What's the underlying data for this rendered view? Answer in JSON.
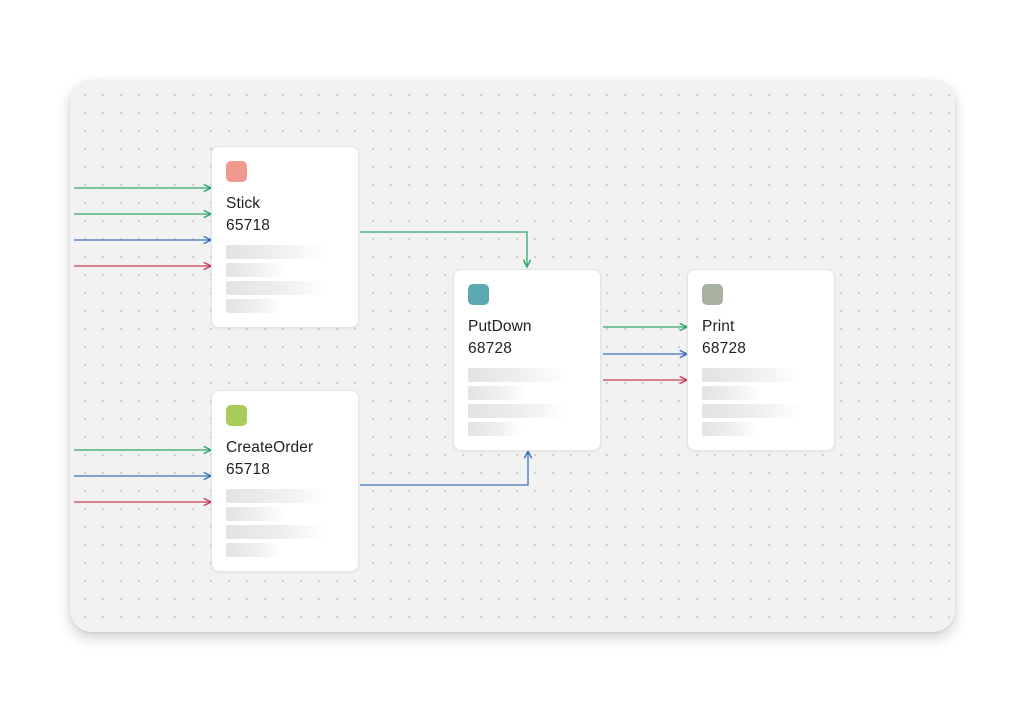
{
  "colors": {
    "wire_green": "#2ea86b",
    "wire_blue": "#3b73b9",
    "wire_red": "#c9405a"
  },
  "nodes": {
    "stick": {
      "title": "Stick",
      "value": "65718",
      "color": "#ef9a8d"
    },
    "create_order": {
      "title": "CreateOrder",
      "value": "65718",
      "color": "#a9cd5b"
    },
    "put_down": {
      "title": "PutDown",
      "value": "68728",
      "color": "#5ba8b2"
    },
    "print": {
      "title": "Print",
      "value": "68728",
      "color": "#a9b1a0"
    }
  }
}
